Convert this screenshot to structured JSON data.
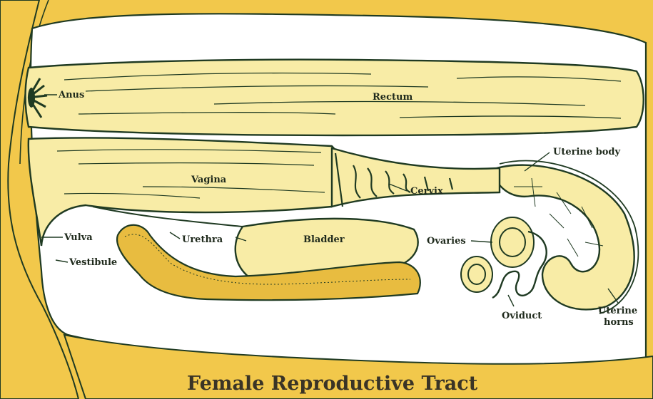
{
  "title": "Female Reproductive Tract",
  "labels": {
    "anus": "Anus",
    "rectum": "Rectum",
    "uterine_body": "Uterine body",
    "vagina": "Vagina",
    "cervix": "Cervix",
    "vulva": "Vulva",
    "urethra": "Urethra",
    "bladder": "Bladder",
    "ovaries": "Ovaries",
    "vestibule": "Vestibule",
    "oviduct": "Oviduct",
    "uterine_horns_line1": "Uterine",
    "uterine_horns_line2": "horns"
  },
  "colors": {
    "frame": "#f2c84b",
    "organ_fill": "#f8eca6",
    "outline": "#1f3a22",
    "cavity": "#ffffff",
    "bone": "#e8bc40"
  }
}
